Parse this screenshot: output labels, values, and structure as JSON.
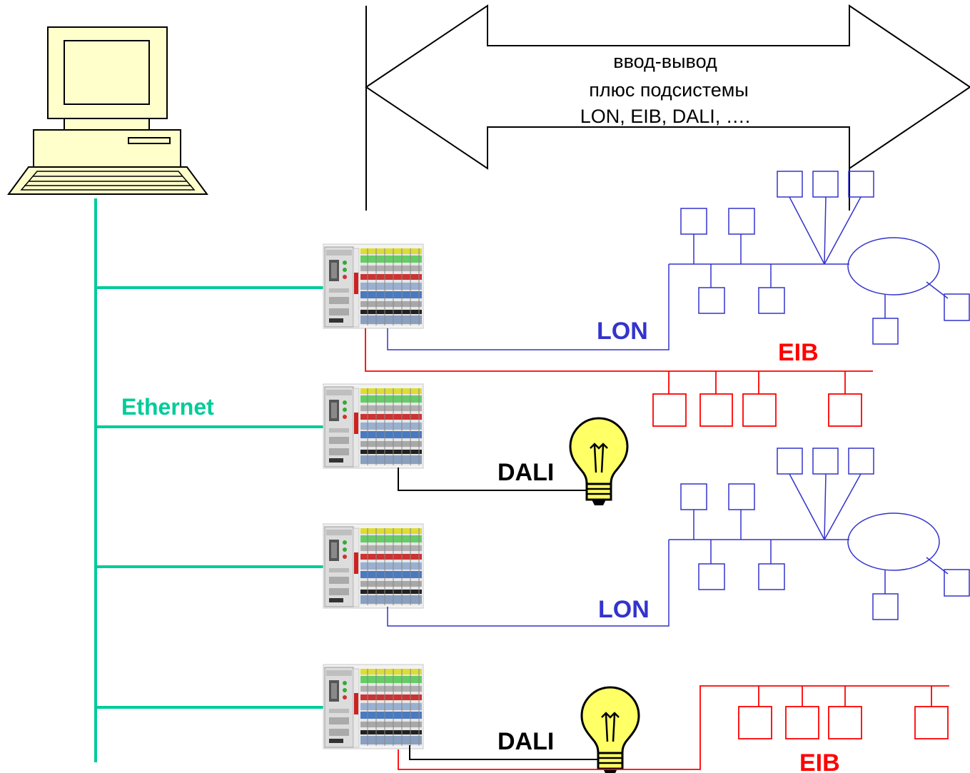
{
  "header_arrow": {
    "line1": "ввод-вывод",
    "line2": "плюс подсистемы",
    "line3": "LON, EIB, DALI, …."
  },
  "network": {
    "ethernet_label": "Ethernet"
  },
  "buses": [
    {
      "label": "LON",
      "type": "LON"
    },
    {
      "label": "EIB",
      "type": "EIB"
    },
    {
      "label": "DALI",
      "type": "DALI"
    },
    {
      "label": "LON",
      "type": "LON"
    },
    {
      "label": "DALI",
      "type": "DALI"
    },
    {
      "label": "EIB",
      "type": "EIB"
    }
  ],
  "colors": {
    "ethernet": "#00cc99",
    "lon": "#3333cc",
    "eib": "#ff0000",
    "dali": "#000000",
    "computer_fill": "#ffffcc",
    "bulb_fill": "#ffff66",
    "arrow_fill": "#f0f0f0"
  },
  "icons": {
    "computer": "computer-icon",
    "controller": "bus-controller-icon",
    "bulb": "light-bulb-icon"
  }
}
